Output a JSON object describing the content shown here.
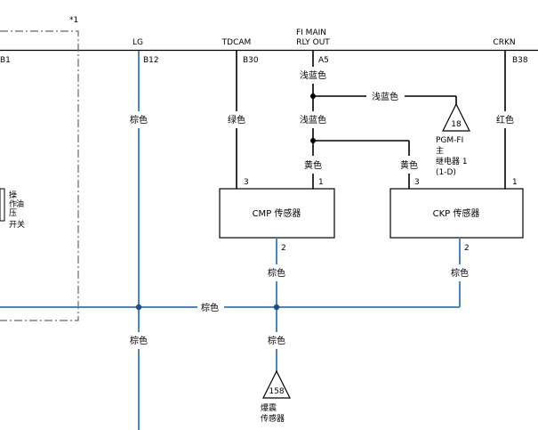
{
  "connector": {
    "mark": "*1"
  },
  "bus": {
    "labels": [
      "LG",
      "TDCAM",
      "FI MAIN",
      "RLY OUT",
      "CRKN"
    ],
    "pins": [
      "B1",
      "B12",
      "B30",
      "A5",
      "B38"
    ]
  },
  "wires": {
    "brown_lg": "棕色",
    "green_tdcam": "绿色",
    "lightblue_a5": "浅蓝色",
    "lightblue_branch": "浅蓝色",
    "lightblue_down": "浅蓝色",
    "yellow_cmp": "黄色",
    "yellow_ckp": "黄色",
    "red_crkn": "红色",
    "brown_cmp_out": "棕色",
    "brown_ckp_out": "棕色",
    "brown_horizontal": "棕色",
    "brown_lg_down": "棕色",
    "brown_ref_down": "棕色"
  },
  "components": {
    "cmp": {
      "name": "CMP 传感器",
      "pin_a": "3",
      "pin_b": "1",
      "pin_out": "2"
    },
    "ckp": {
      "name": "CKP 传感器",
      "pin_a": "3",
      "pin_b": "1",
      "pin_out": "2"
    },
    "left_switch": {
      "l1": "操",
      "l2": "作",
      "l3": "油",
      "l4": "压",
      "l5": "开关"
    }
  },
  "references": {
    "pgm": {
      "num": "18",
      "l1": "PGM-FI",
      "l2": "主",
      "l3": "继电器 1",
      "l4": "(1-D)"
    },
    "bottom": {
      "num": "158",
      "l1": "爆震",
      "l2": "传感器"
    }
  },
  "colors": {
    "wire_brown": "#4a86c5",
    "wire_other": "#000000"
  }
}
